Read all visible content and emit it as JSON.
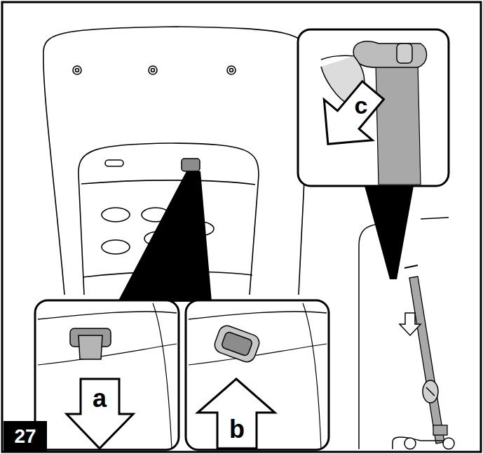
{
  "diagram": {
    "nodes": [
      {
        "text": [
          "a"
        ]
      },
      {
        "text": [
          "b"
        ]
      },
      {
        "text": [
          "c"
        ]
      },
      {
        "text": [
          "27"
        ]
      }
    ]
  }
}
